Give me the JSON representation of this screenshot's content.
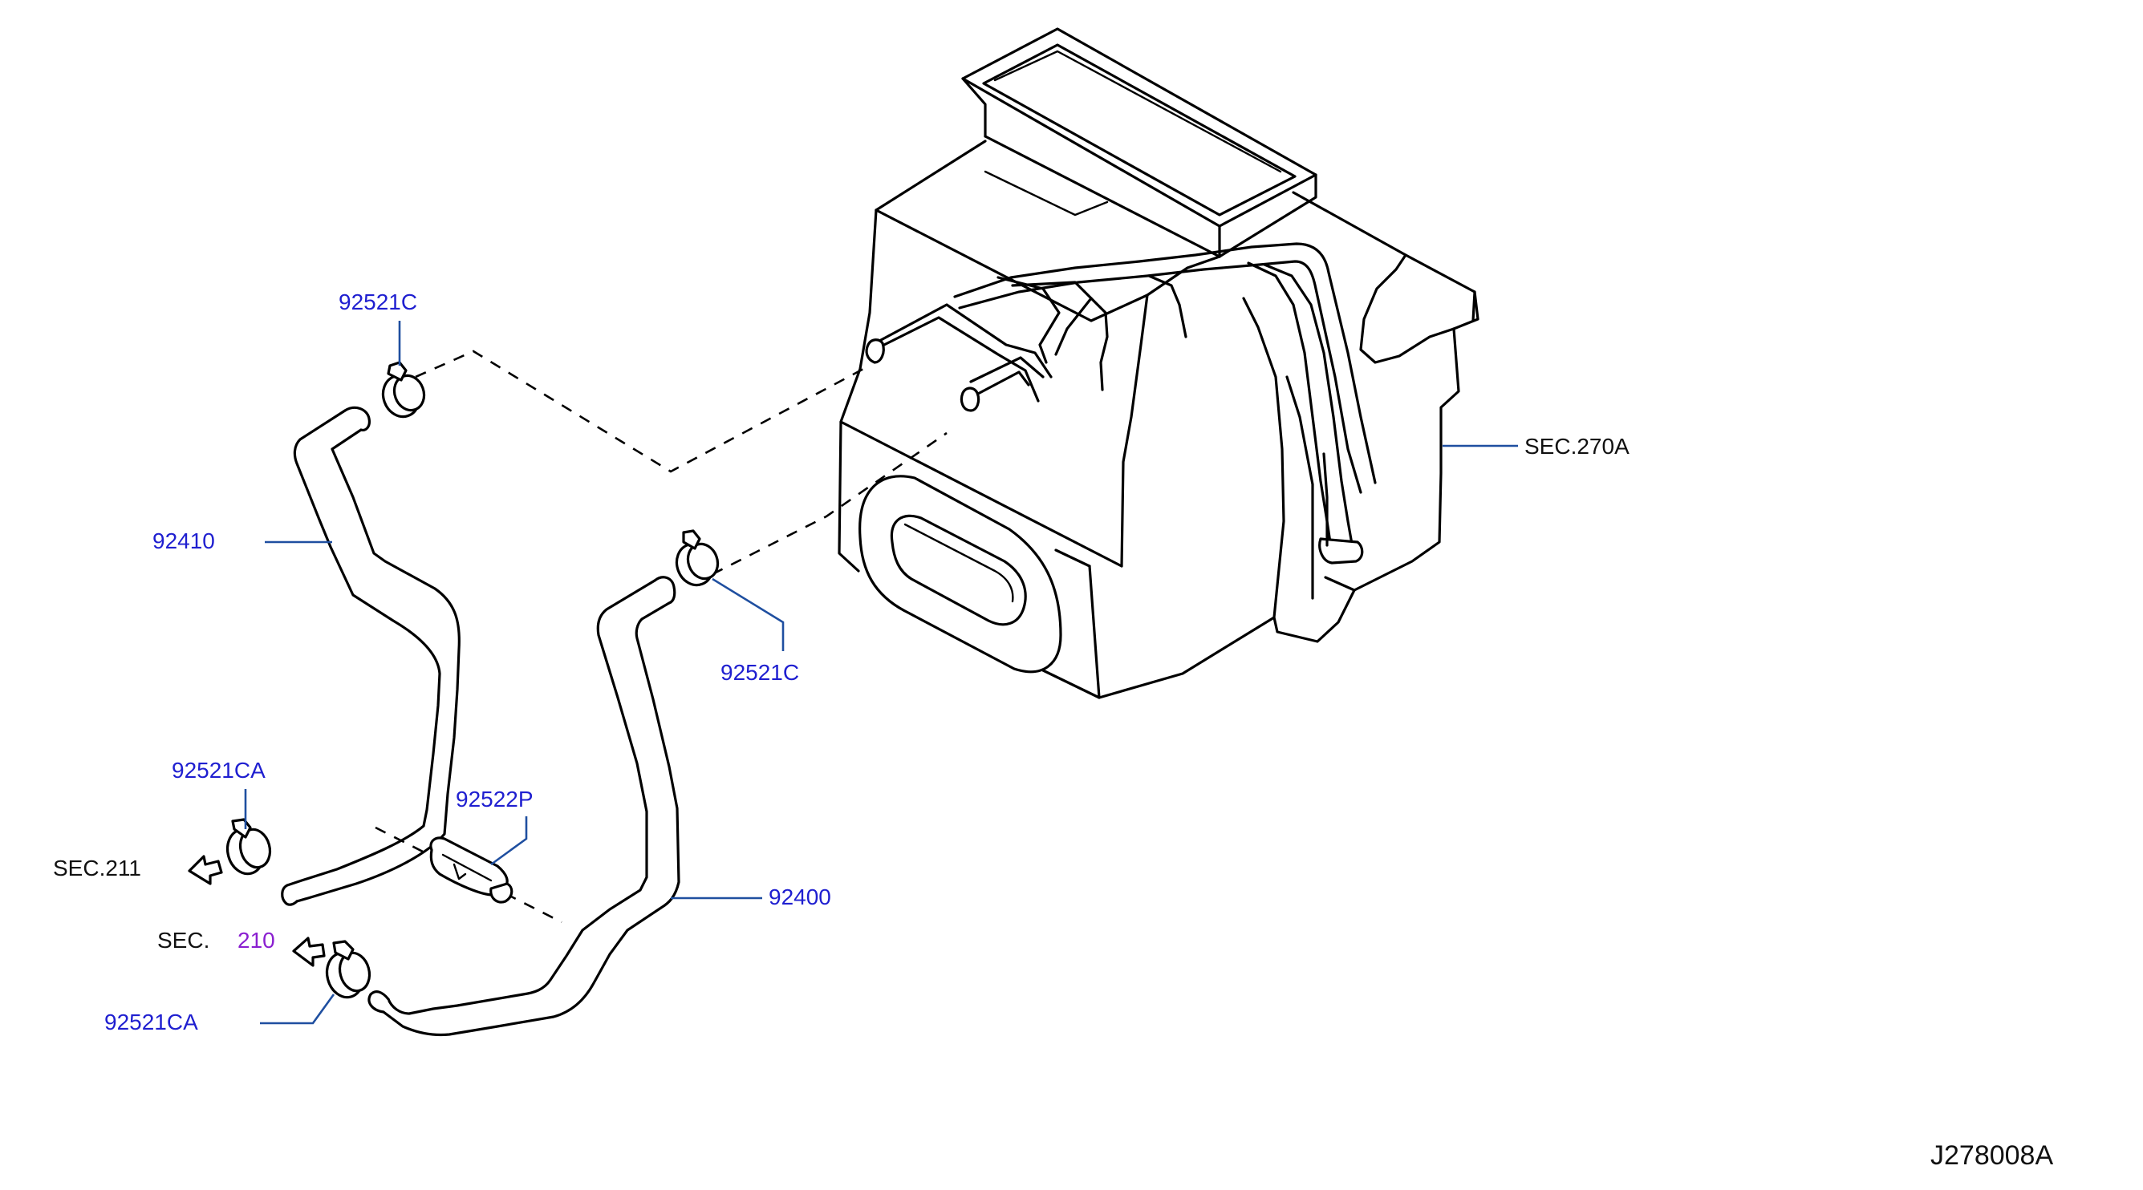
{
  "labels": {
    "clamp_top": "92521C",
    "hose_upper": "92410",
    "clamp_mid": "92521C",
    "clamp_left_upper": "92521CA",
    "bracket": "92522P",
    "hose_lower": "92400",
    "clamp_left_lower": "92521CA",
    "sec_upper_prefix": "SEC.211",
    "sec_lower_prefix": "SEC.",
    "sec_lower_number": "210",
    "sec_heater_unit": "SEC.270A",
    "drawing_code": "J278008A"
  },
  "colors": {
    "part_number": "#1f1fd0",
    "section_ref": "#111111",
    "section_number": "#8a1fd0",
    "leader": "#1f4fa0"
  }
}
